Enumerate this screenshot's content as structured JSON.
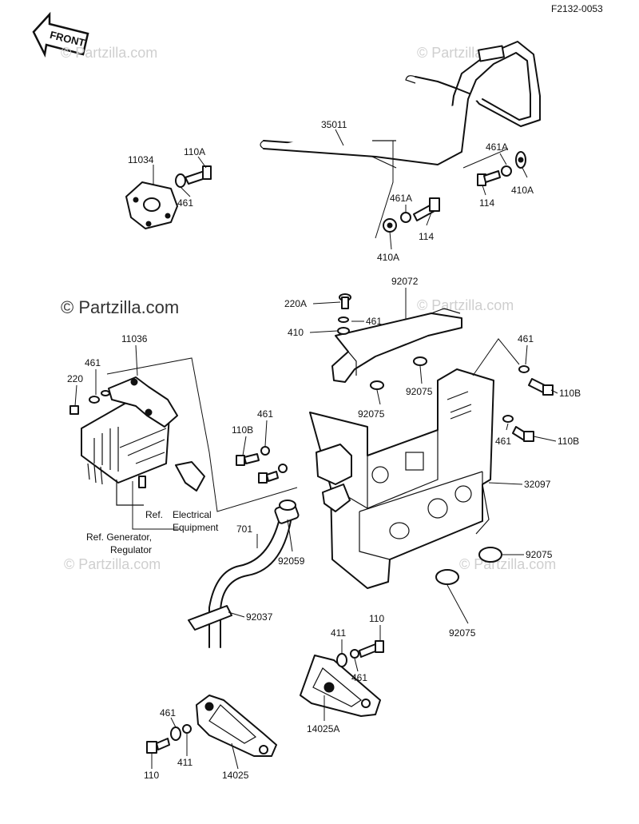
{
  "figure_code": "F2132-0053",
  "front_label": "FRONT",
  "watermark_main": "© Partzilla.com",
  "watermark_faint": "© Partzilla.com",
  "labels": {
    "p35011": "35011",
    "p11034": "11034",
    "p110A": "110A",
    "p461_a": "461",
    "p461A_top": "461A",
    "p114_top": "114",
    "p410A_top": "410A",
    "p461A_mid": "461A",
    "p114_mid": "114",
    "p410A_mid": "410A",
    "p92072": "92072",
    "p220A": "220A",
    "p461_b": "461",
    "p410": "410",
    "p461_c": "461",
    "p110B_right1": "110B",
    "p461_d": "461",
    "p110B_right2": "110B",
    "p11036": "11036",
    "p461_e": "461",
    "p220": "220",
    "p110B_left": "110B",
    "p461_f": "461",
    "p92075_a": "92075",
    "p92075_b": "92075",
    "p32097": "32097",
    "p92075_c": "92075",
    "p92075_d": "92075",
    "ref_elec_1": "Ref.",
    "ref_elec_2": "Electrical",
    "ref_elec_3": "Equipment",
    "ref_gen_1": "Ref. Generator,",
    "ref_gen_2": "Regulator",
    "p701": "701",
    "p92059": "92059",
    "p92037": "92037",
    "p411_a": "411",
    "p110_a": "110",
    "p461_g": "461",
    "p14025A": "14025A",
    "p461_h": "461",
    "p411_b": "411",
    "p110_b": "110",
    "p14025": "14025"
  }
}
